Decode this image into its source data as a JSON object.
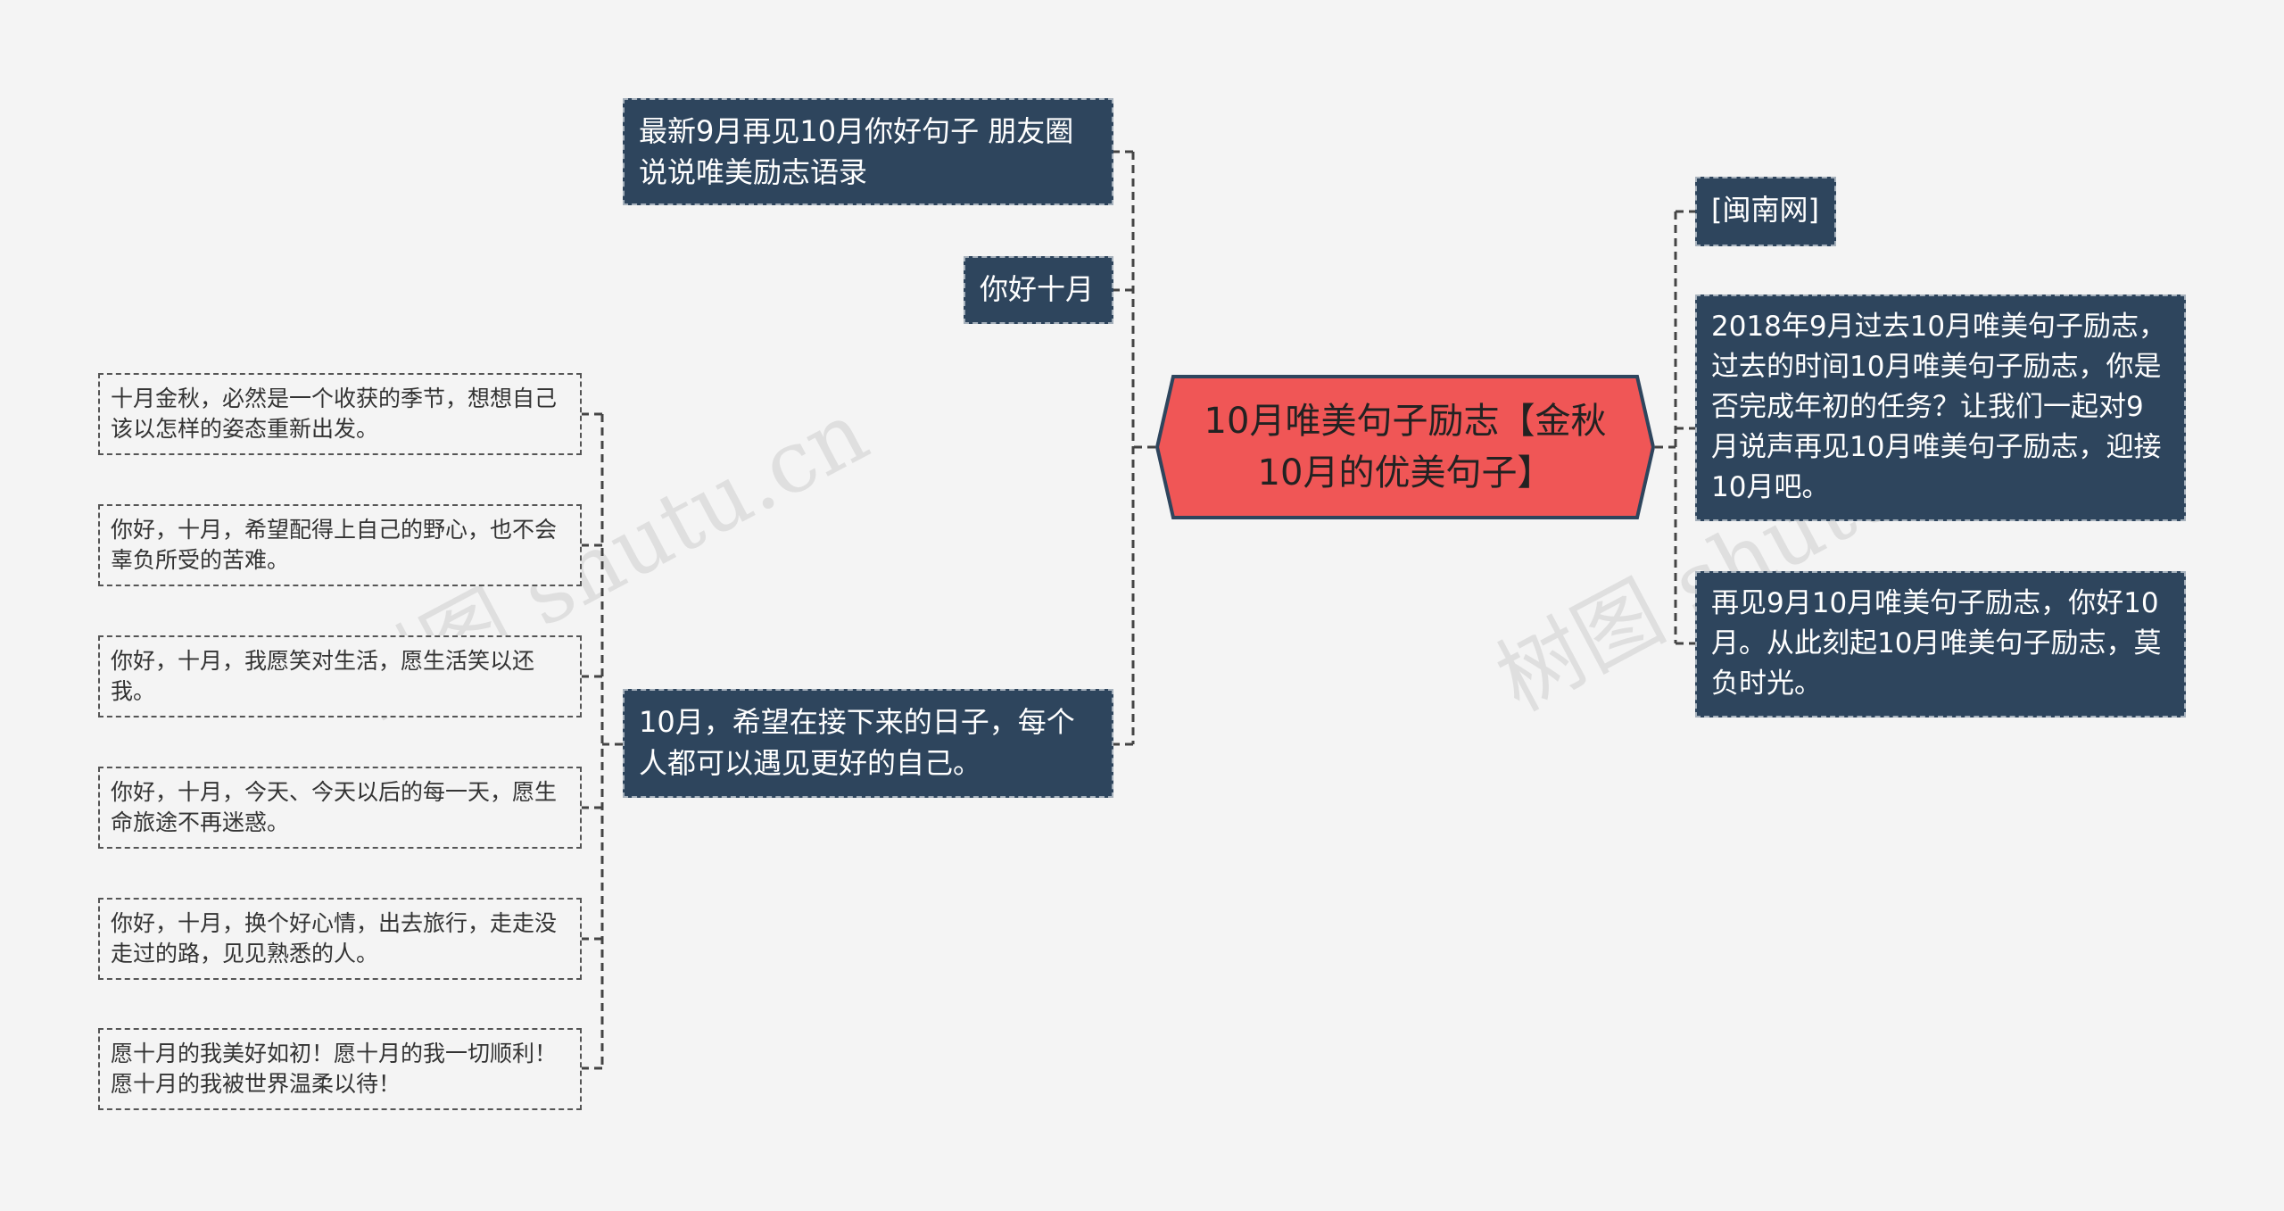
{
  "root": {
    "label": "10月唯美句子励志【金秋10月的优美句子】",
    "fill": "#f05656"
  },
  "left_branches": [
    {
      "label": "最新9月再见10月你好句子 朋友圈说说唯美励志语录"
    },
    {
      "label": "你好十月"
    },
    {
      "label": "10月，希望在接下来的日子，每个人都可以遇见更好的自己。",
      "children": [
        {
          "label": "十月金秋，必然是一个收获的季节，想想自己该以怎样的姿态重新出发。"
        },
        {
          "label": "你好，十月，希望配得上自己的野心，也不会辜负所受的苦难。"
        },
        {
          "label": "你好，十月，我愿笑对生活，愿生活笑以还我。"
        },
        {
          "label": "你好，十月，今天、今天以后的每一天，愿生命旅途不再迷惑。"
        },
        {
          "label": "你好，十月，换个好心情，出去旅行，走走没走过的路，见见熟悉的人。"
        },
        {
          "label": "愿十月的我美好如初！愿十月的我一切顺利！愿十月的我被世界温柔以待！"
        }
      ]
    }
  ],
  "right_branches": [
    {
      "label": "[闽南网]"
    },
    {
      "label": "2018年9月过去10月唯美句子励志，过去的时间10月唯美句子励志，你是否完成年初的任务？让我们一起对9月说声再见10月唯美句子励志，迎接10月吧。"
    },
    {
      "label": "再见9月10月唯美句子励志，你好10月。从此刻起10月唯美句子励志，莫负时光。"
    }
  ],
  "watermark": "树图 shutu.cn",
  "colors": {
    "dark_node": "#2e455d",
    "connector": "#444444",
    "background": "#f4f4f4"
  }
}
